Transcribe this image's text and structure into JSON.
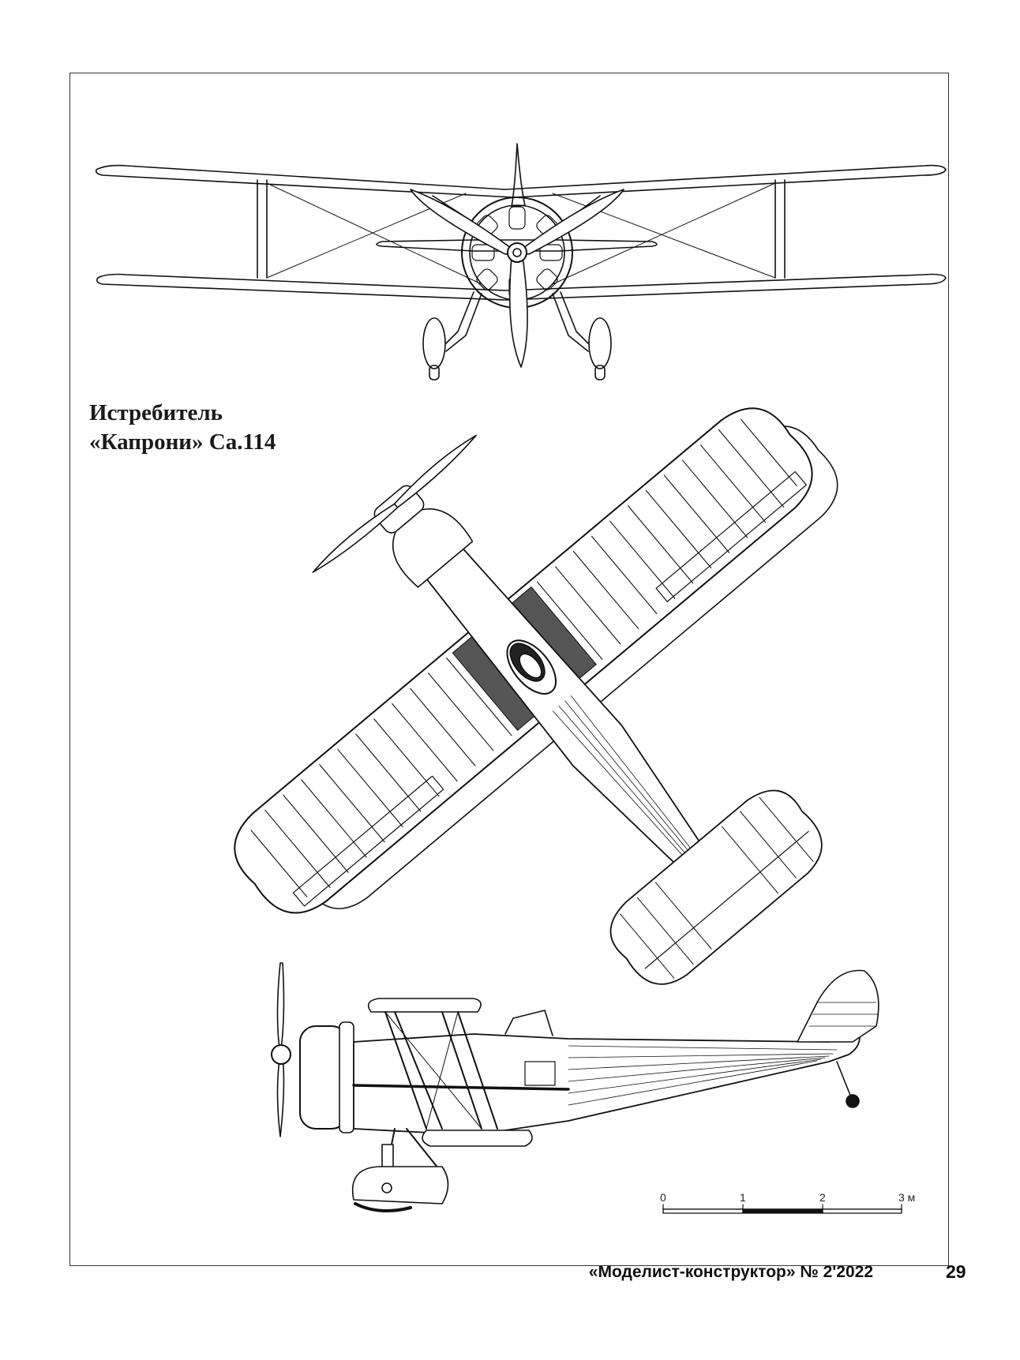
{
  "title": {
    "line1": "Истребитель",
    "line2": "«Капрони» Са.114"
  },
  "scale_bar": {
    "labels": [
      "0",
      "1",
      "2",
      "3 м"
    ]
  },
  "footer": {
    "magazine": "«Моделист-конструктор» № 2'2022",
    "page_number": "29"
  }
}
